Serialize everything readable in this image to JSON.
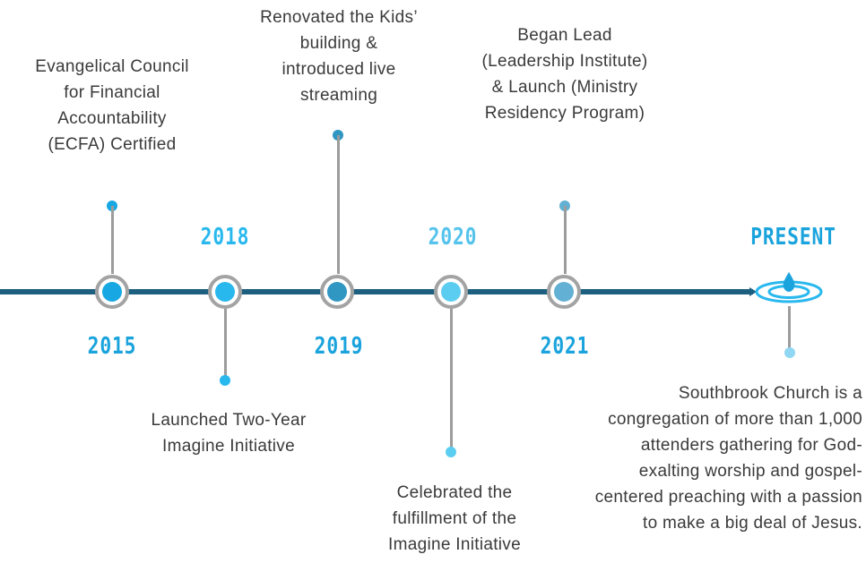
{
  "colors": {
    "axis": "#1d5f7f",
    "stem": "#9c9c9c",
    "ring": "#a3a3a3",
    "year": "#1aa3dc",
    "year_light": "#55c3ec"
  },
  "milestones": [
    {
      "year": "2015",
      "text": "Evangelical Council for Financial Accountability (ECFA) Certified",
      "color": "#17a8e3"
    },
    {
      "year": "2018",
      "text": "Launched Two-Year Imagine Initiative",
      "color": "#29b8ee"
    },
    {
      "year": "2019",
      "text": "Renovated the Kids’ building & introduced live streaming",
      "color": "#3096c2"
    },
    {
      "year": "2020",
      "text": "Celebrated the fulfillment of the Imagine Initiative",
      "color": "#5bcdf1"
    },
    {
      "year": "2021",
      "text": "Began Lead (Leadership Institute) & Launch (Ministry Residency Program)",
      "color": "#62b0d3"
    },
    {
      "year": "PRESENT",
      "text": "Southbrook Church is a congregation of more than 1,000 attenders gathering for God-exalting worship and gospel-centered preaching with a passion to make a big deal of Jesus.",
      "color": "#8fd7f3",
      "icon": "water-drop-ripple-icon"
    }
  ]
}
